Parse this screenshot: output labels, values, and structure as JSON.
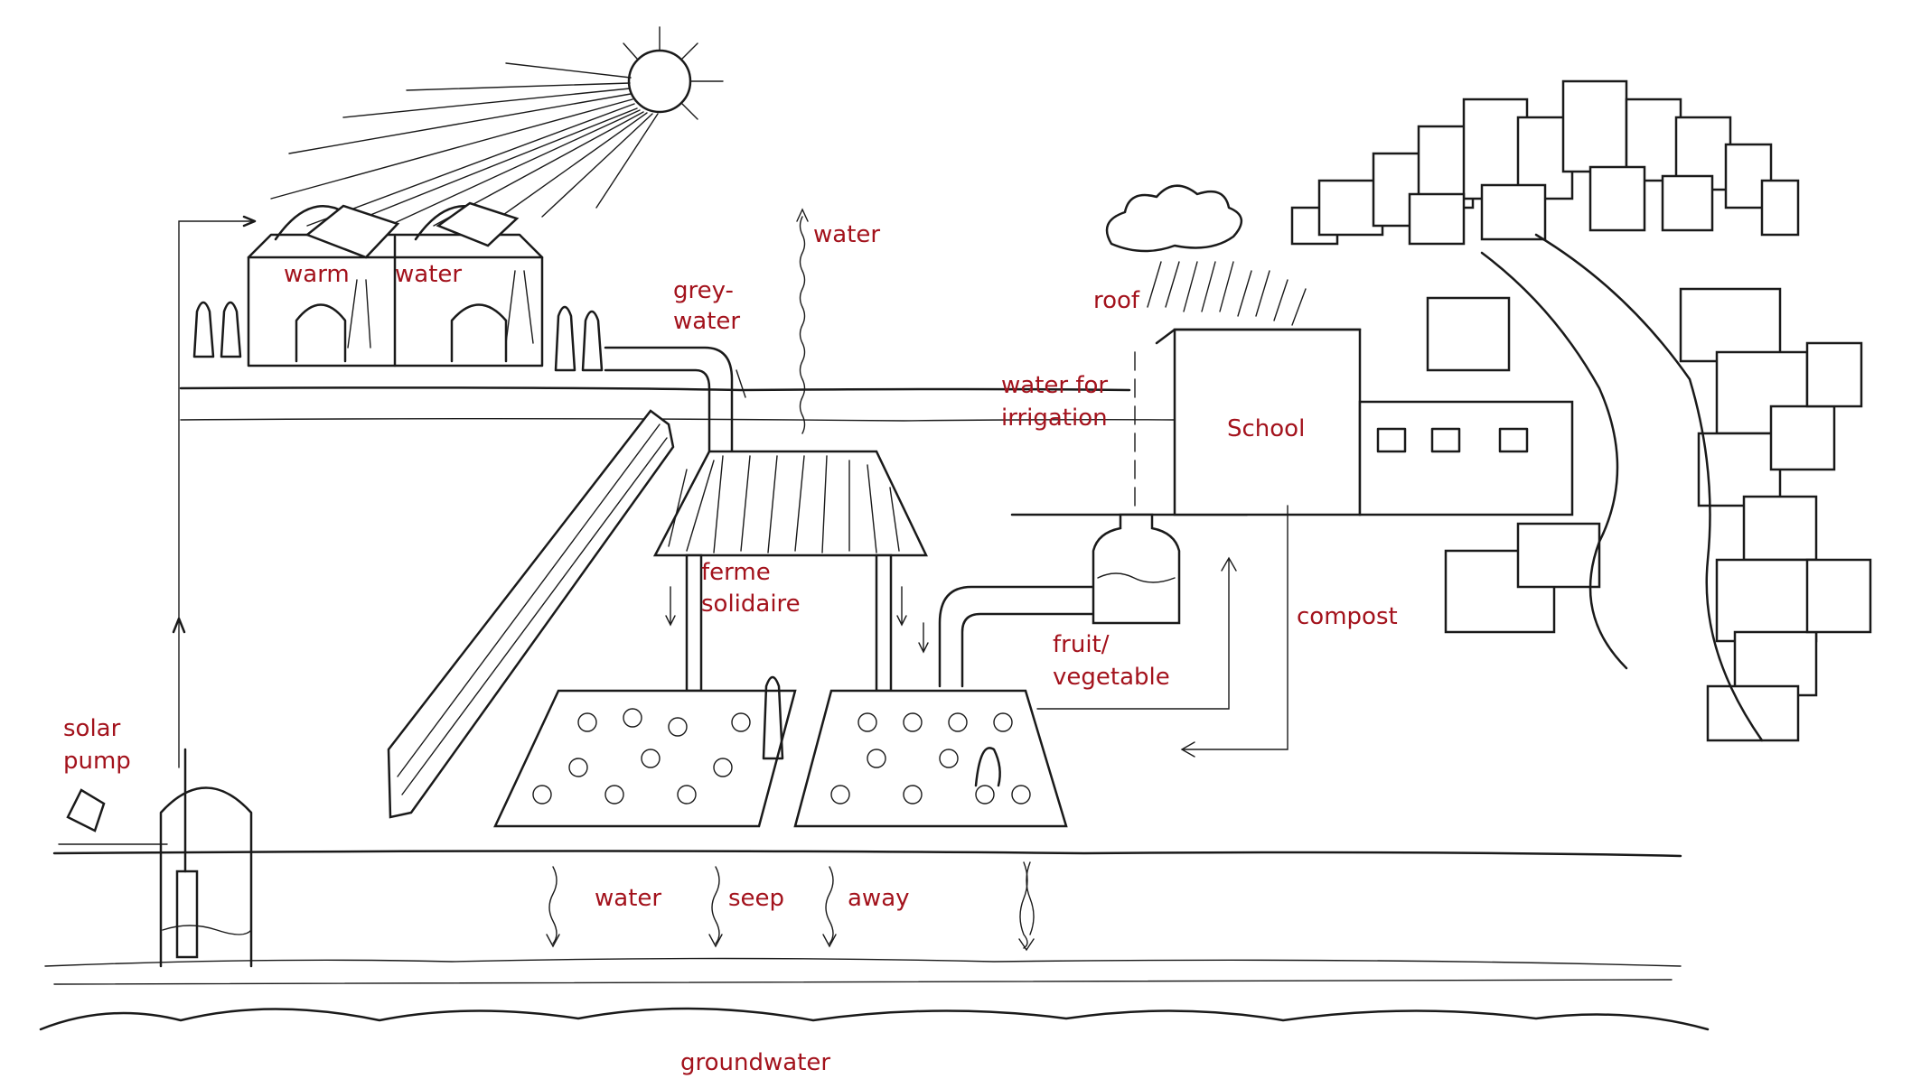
{
  "labels": {
    "warm": "warm",
    "water_house": "water",
    "grey_water_1": "grey-",
    "grey_water_2": "water",
    "water_evap": "water",
    "roof": "roof",
    "irrigation_1": "water for",
    "irrigation_2": "irrigation",
    "school": "School",
    "ferme_1": "ferme",
    "ferme_2": "solidaire",
    "compost": "compost",
    "fruit_1": "fruit/",
    "fruit_2": "vegetable",
    "solar_1": "solar",
    "solar_2": "pump",
    "seep_water": "water",
    "seep": "seep",
    "away": "away",
    "groundwater": "groundwater"
  },
  "colors": {
    "label": "#a3121c",
    "ink": "#1a1a1a",
    "background": "#ffffff"
  }
}
